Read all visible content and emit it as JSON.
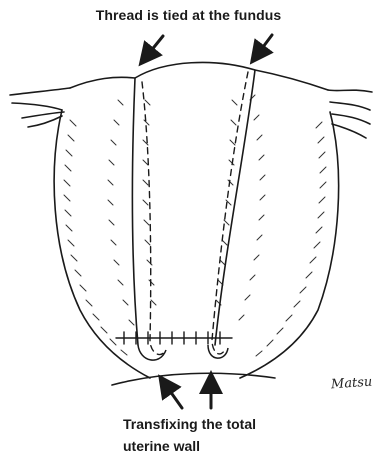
{
  "labels": {
    "top": "Thread is tied at the fundus",
    "bottom_line1": "Transfixing the total",
    "bottom_line2": "uterine wall"
  },
  "signature": "Matsu",
  "icons": [
    "arrow-icon",
    "arrow-icon",
    "arrow-icon",
    "arrow-icon"
  ],
  "colors": {
    "ink": "#1a1a1a",
    "background": "#ffffff"
  }
}
